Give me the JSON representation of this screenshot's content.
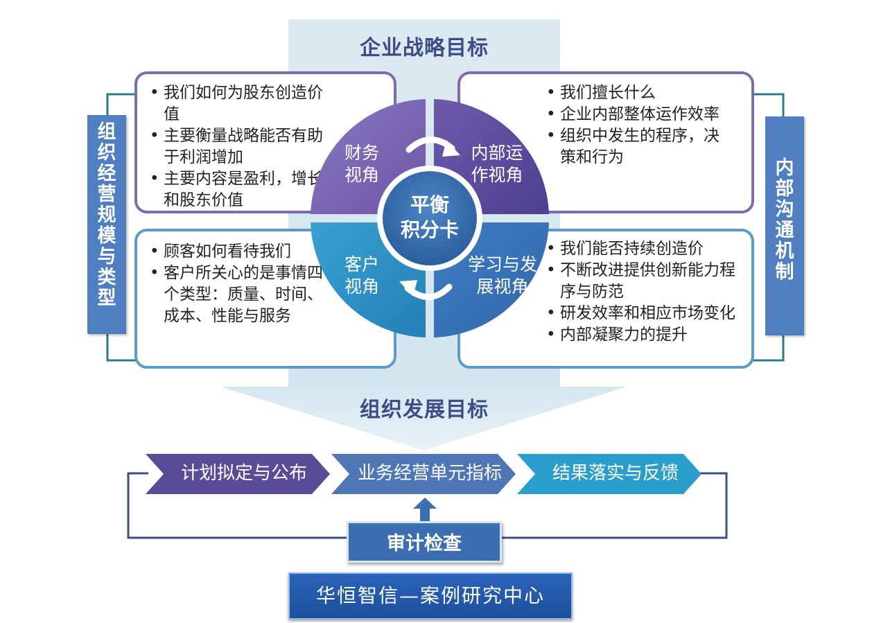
{
  "header_top": "企业战略目标",
  "header_bottom": "组织发展目标",
  "left_bar": "组\n织\n经\n营\n规\n模\n与\n类\n型",
  "right_bar": "内\n部\n沟\n通\n机\n制",
  "center": "平衡\n积分卡",
  "quadrants": {
    "financial": "财务\n视角",
    "internal": "内部运\n作视角",
    "customer": "客户\n视角",
    "learning": "学习与发\n展视角"
  },
  "boxes": {
    "top_left": [
      "我们如何为股东创造价值",
      "主要衡量战略能否有助于利润增加",
      "主要内容是盈利，增长和股东价值"
    ],
    "top_right": [
      "我们擅长什么",
      "企业内部整体运作效率",
      "组织中发生的程序，决策和行为"
    ],
    "bottom_left": [
      "顾客如何看待我们",
      "客户所关心的是事情四个类型：质量、时间、成本、性能与服务"
    ],
    "bottom_right": [
      "我们能否持续创造价",
      "不断改进提供创新能力程序与防范",
      "研发效率和相应市场变化",
      "内部凝聚力的提升"
    ]
  },
  "steps": [
    "计划拟定与公布",
    "业务经营单元指标",
    "结果落实与反馈"
  ],
  "audit": "审计检查",
  "footer": "华恒智信—案例研究中心",
  "colors": {
    "purple_dark": "#5b4a97",
    "purple": "#7a67b0",
    "blue": "#2d8fc3",
    "blue_dark": "#3a6db4",
    "teal": "#2b9fc4"
  }
}
